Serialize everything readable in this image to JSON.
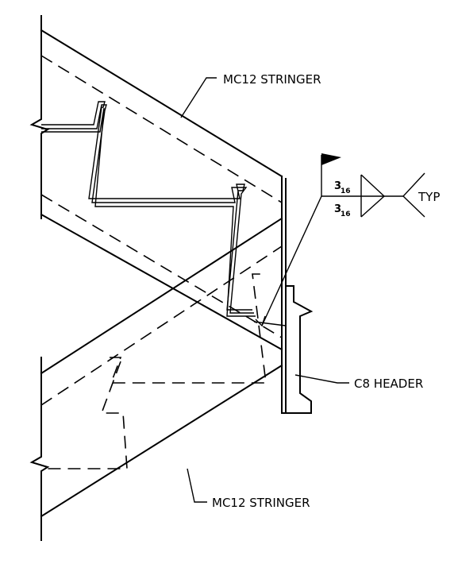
{
  "labels": {
    "upper_stringer": "MC12 STRINGER",
    "lower_stringer": "MC12 STRINGER",
    "header": "C8 HEADER",
    "typ": "TYP"
  },
  "weld": {
    "top_size_num": "3",
    "top_size_den": "16",
    "bottom_size_num": "3",
    "bottom_size_den": "16",
    "field_weld_flag": "flag-icon"
  },
  "colors": {
    "line": "#000000",
    "background": "#ffffff"
  }
}
